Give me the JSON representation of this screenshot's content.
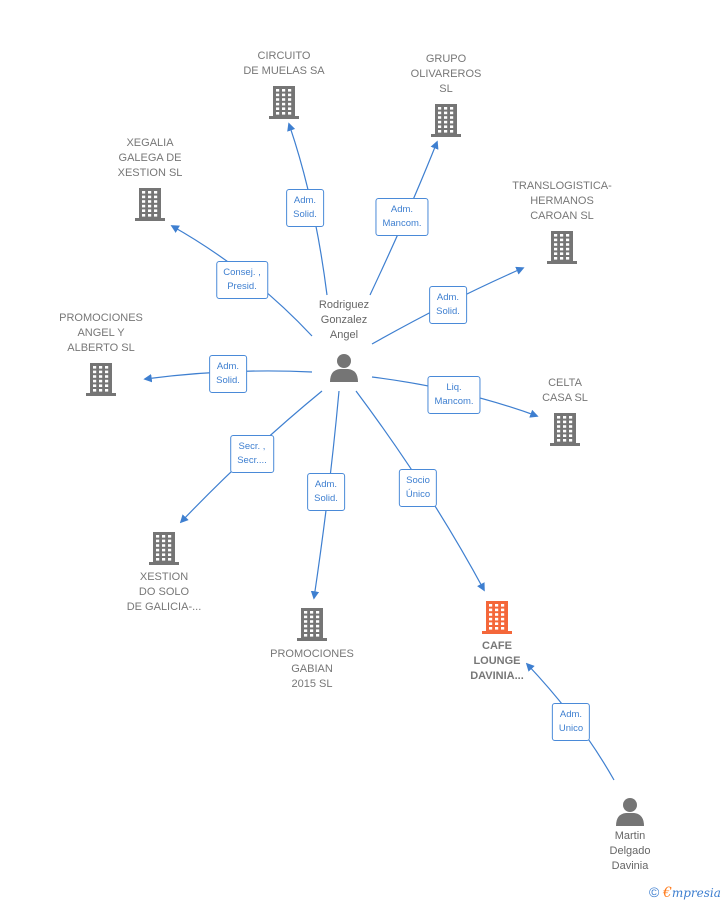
{
  "center": {
    "label": "Rodriguez\nGonzalez\nAngel"
  },
  "companies": [
    {
      "key": "circuito",
      "label": "CIRCUITO\nDE MUELAS SA",
      "highlight": false
    },
    {
      "key": "grupo",
      "label": "GRUPO\nOLIVAREROS\nSL",
      "highlight": false
    },
    {
      "key": "xegalia",
      "label": "XEGALIA\nGALEGA DE\nXESTION SL",
      "highlight": false
    },
    {
      "key": "translogistica",
      "label": "TRANSLOGISTICA-\nHERMANOS\nCAROAN SL",
      "highlight": false
    },
    {
      "key": "promociones-angel",
      "label": "PROMOCIONES\nANGEL Y\nALBERTO  SL",
      "highlight": false
    },
    {
      "key": "celta",
      "label": "CELTA\nCASA  SL",
      "highlight": false
    },
    {
      "key": "xestion",
      "label": "XESTION\nDO SOLO\nDE GALICIA-...",
      "highlight": false
    },
    {
      "key": "promociones-gabian",
      "label": "PROMOCIONES\nGABIAN\n2015  SL",
      "highlight": false
    },
    {
      "key": "cafe",
      "label": "CAFE\nLOUNGE\nDAVINIA...",
      "highlight": true
    }
  ],
  "persons": [
    {
      "key": "martin",
      "label": "Martin\nDelgado\nDavinia"
    }
  ],
  "edges": [
    {
      "key": "circuito",
      "label": "Adm.\nSolid."
    },
    {
      "key": "grupo",
      "label": "Adm.\nMancom."
    },
    {
      "key": "xegalia",
      "label": "Consej. ,\nPresid."
    },
    {
      "key": "translogistica",
      "label": "Adm.\nSolid."
    },
    {
      "key": "promociones-angel",
      "label": "Adm.\nSolid."
    },
    {
      "key": "celta",
      "label": "Liq.\nMancom."
    },
    {
      "key": "xestion",
      "label": "Secr. ,\nSecr...."
    },
    {
      "key": "promociones-gabian",
      "label": "Adm.\nSolid."
    },
    {
      "key": "cafe",
      "label": "Socio\nÚnico"
    },
    {
      "key": "martin-cafe",
      "label": "Adm.\nUnico"
    }
  ],
  "colors": {
    "edge": "#3e7fd0",
    "building": "#757575",
    "highlight": "#f4673a",
    "person": "#757575"
  },
  "footer": {
    "copyright": "©",
    "brand_e": "€",
    "brand_rest": "mpresia"
  }
}
